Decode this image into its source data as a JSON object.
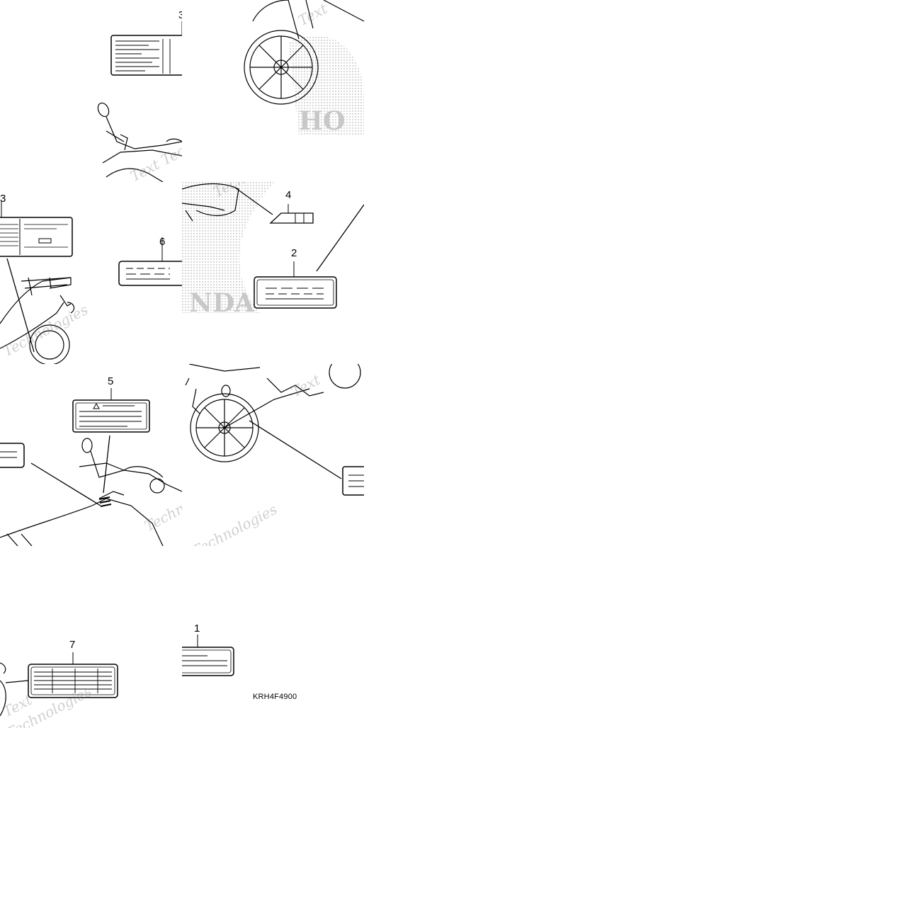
{
  "diagram": {
    "callouts": [
      {
        "id": "1",
        "label": "1"
      },
      {
        "id": "2",
        "label": "2"
      },
      {
        "id": "3a",
        "label": "3"
      },
      {
        "id": "3b",
        "label": "3"
      },
      {
        "id": "4",
        "label": "4"
      },
      {
        "id": "5",
        "label": "5"
      },
      {
        "id": "6",
        "label": "6"
      },
      {
        "id": "7",
        "label": "7"
      }
    ],
    "part_code": "KRH4F4900",
    "watermark_fragments": [
      "Text",
      "Technologies",
      "Technologies",
      "Text Techno",
      "Technologies",
      "Technologies",
      "Text",
      "Technologies"
    ],
    "line_color": "#000000",
    "stipple_color": "#9a9a9a"
  }
}
